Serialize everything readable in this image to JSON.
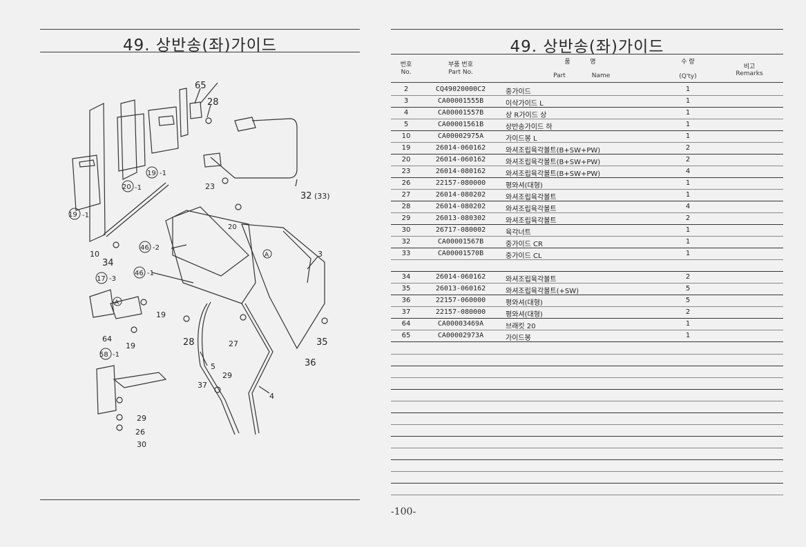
{
  "left_page": {
    "title": "49. 상반송(좌)가이드"
  },
  "right_page": {
    "title": "49. 상반송(좌)가이드",
    "headers": {
      "no_ko": "번호",
      "no_en": "No.",
      "part_ko": "부품 번호",
      "part_en": "Part  No.",
      "name_ko": "품          명",
      "name_en_part": "Part",
      "name_en_name": "Name",
      "qty_ko": "수  량",
      "qty_en": "(Q'ty)",
      "remarks_ko": "비고",
      "remarks_en": "Remarks"
    },
    "rows": [
      {
        "no": "2",
        "part": "CQ49020000C2",
        "name": "중가이드",
        "qty": "1"
      },
      {
        "no": "3",
        "part": "CA00001555B",
        "name": "이삭가이드 L",
        "qty": "1"
      },
      {
        "no": "4",
        "part": "CA00001557B",
        "name": "상 R가이드 상",
        "qty": "1"
      },
      {
        "no": "5",
        "part": "CA00001561B",
        "name": "상반송가이드 하",
        "qty": "1"
      },
      {
        "no": "10",
        "part": "CA00002975A",
        "name": "가이드봉 L",
        "qty": "1"
      },
      {
        "no": "19",
        "part": "26014-060162",
        "name": "와셔조립육각볼트(B+SW+PW)",
        "qty": "2"
      },
      {
        "no": "20",
        "part": "26014-060162",
        "name": "와셔조립육각볼트(B+SW+PW)",
        "qty": "2"
      },
      {
        "no": "23",
        "part": "26014-080162",
        "name": "와셔조립육각볼트(B+SW+PW)",
        "qty": "4"
      },
      {
        "no": "26",
        "part": "22157-080000",
        "name": "평와셔(대형)",
        "qty": "1"
      },
      {
        "no": "27",
        "part": "26014-080202",
        "name": "와셔조립육각볼트",
        "qty": "1"
      },
      {
        "no": "28",
        "part": "26014-080202",
        "name": "와셔조립육각볼트",
        "qty": "4"
      },
      {
        "no": "29",
        "part": "26013-080302",
        "name": "와셔조립육각볼트",
        "qty": "2"
      },
      {
        "no": "30",
        "part": "26717-080002",
        "name": "육각너트",
        "qty": "1"
      },
      {
        "no": "32",
        "part": "CA00001567B",
        "name": "중가이드 CR",
        "qty": "1"
      },
      {
        "no": "33",
        "part": "CA00001570B",
        "name": "중가이드 CL",
        "qty": "1"
      },
      {
        "no": "",
        "part": "",
        "name": "",
        "qty": ""
      },
      {
        "no": "34",
        "part": "26014-060162",
        "name": "와셔조립육각볼트",
        "qty": "2"
      },
      {
        "no": "35",
        "part": "26013-060162",
        "name": "와셔조립육각볼트(+SW)",
        "qty": "5"
      },
      {
        "no": "36",
        "part": "22157-060000",
        "name": "평와셔(대형)",
        "qty": "5"
      },
      {
        "no": "37",
        "part": "22157-080000",
        "name": "평와셔(대형)",
        "qty": "2"
      },
      {
        "no": "64",
        "part": "CA00003469A",
        "name": "브래킷 20",
        "qty": "1"
      },
      {
        "no": "65",
        "part": "CA00002973A",
        "name": "가이드봉",
        "qty": "1"
      }
    ],
    "page_number": "-100-"
  },
  "diagram_labels": {
    "l65": "65",
    "l28": "28",
    "l32": "32",
    "l33": "(33)",
    "l23": "23",
    "l19a": "19",
    "l19b": "19",
    "l20": "20",
    "l1a": "-1",
    "l1b": "-1",
    "l1c": "-1",
    "l10": "10",
    "l34": "34",
    "l46a": "46",
    "l46b": "46",
    "l2": "-2",
    "l1d": "-1",
    "l3": "3",
    "l17": "17",
    "l3b": "-3",
    "lA1": "A",
    "lA2": "A",
    "l19c": "19",
    "l64": "64",
    "l19d": "19",
    "l28b": "28",
    "l27": "27",
    "l20b": "20",
    "l35": "35",
    "l36": "36",
    "l5": "5",
    "l58": "58",
    "l1e": "-1",
    "l37": "37",
    "l29": "29",
    "l4": "4",
    "l29b": "29",
    "l26": "26",
    "l30": "30"
  }
}
